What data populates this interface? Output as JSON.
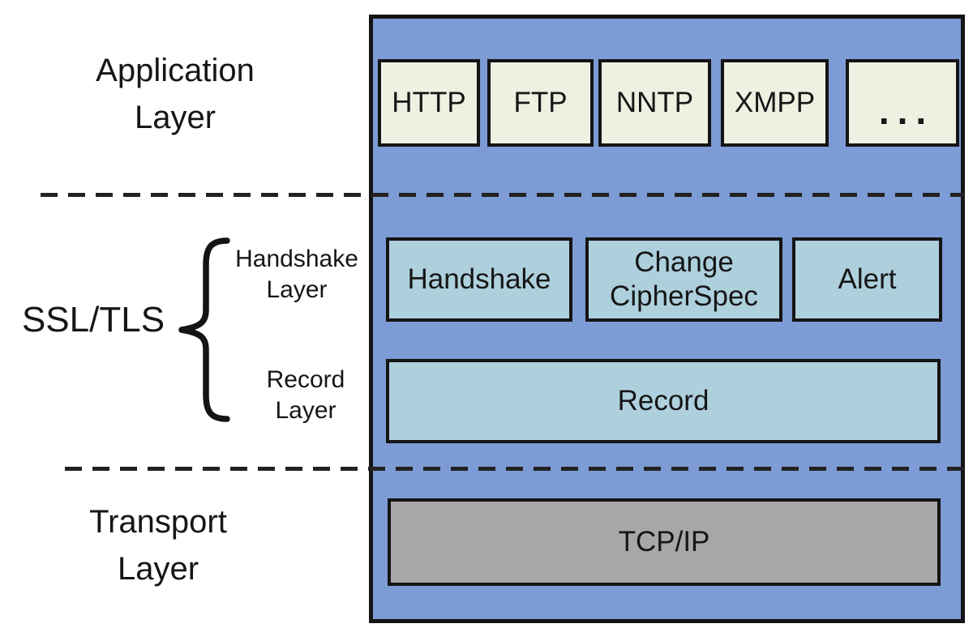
{
  "left_labels": {
    "application": "Application\nLayer",
    "ssl_tls": "SSL/TLS",
    "handshake_sublayer": "Handshake\nLayer",
    "record_sublayer": "Record\nLayer",
    "transport": "Transport\nLayer"
  },
  "stack": {
    "application_protocols": [
      "HTTP",
      "FTP",
      "NNTP",
      "XMPP",
      "..."
    ],
    "ssl_tls_protocols": [
      "Handshake",
      "Change\nCipherSpec",
      "Alert"
    ],
    "record_protocol": "Record",
    "transport_protocol": "TCP/IP"
  },
  "colors": {
    "container_blue": "#7d9bd4",
    "application_box": "#eef0e2",
    "ssl_box": "#aed0dd",
    "transport_box": "#a7a7a7",
    "border": "#141414",
    "text": "#161616",
    "dash": "#222222"
  }
}
